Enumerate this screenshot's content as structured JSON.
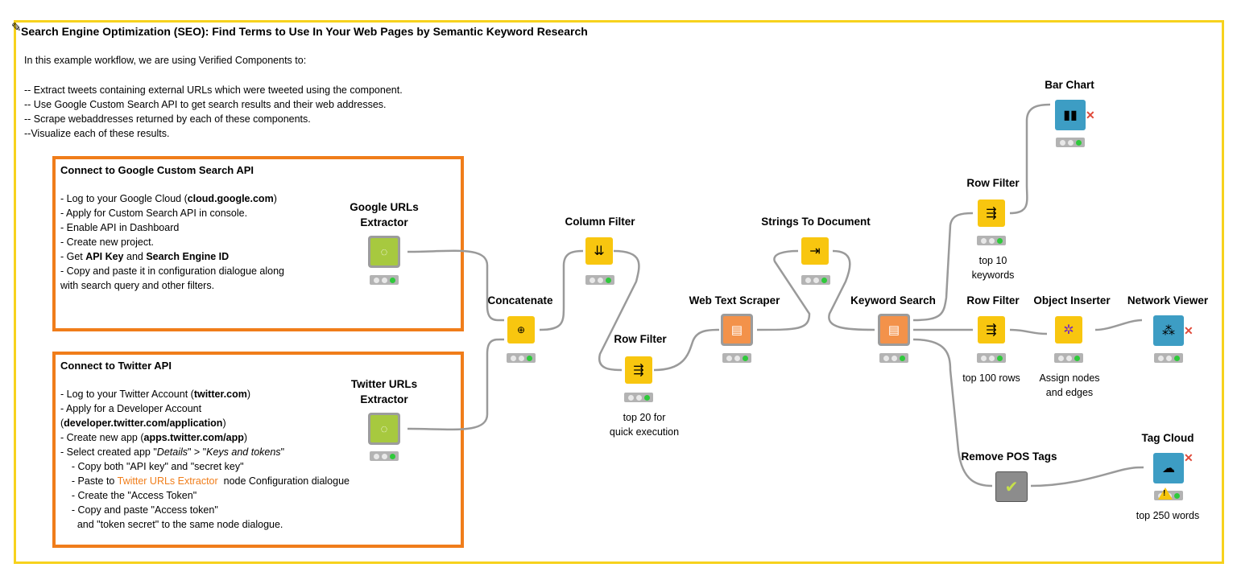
{
  "workflow": {
    "title": "Search Engine Optimization (SEO): Find Terms to Use In Your Web Pages by Semantic Keyword Research",
    "intro": [
      "In this example workflow, we are using Verified Components to:",
      "-- Extract tweets containing external URLs which were tweeted using the component.",
      "-- Use Google Custom Search API to get search results and their web addresses.",
      "-- Scrape webaddresses  returned by each of these components.",
      "--Visualize each of these results."
    ]
  },
  "google_box": {
    "title": "Connect to Google Custom Search API",
    "lines": [
      {
        "pre": "- Log to your Google Cloud  (",
        "bold": "cloud.google.com",
        "post": ")"
      },
      {
        "pre": "- Apply for Custom Search API in console.",
        "bold": "",
        "post": ""
      },
      {
        "pre": "- Enable API in Dashboard",
        "bold": "",
        "post": ""
      },
      {
        "pre": "- Create new project.",
        "bold": "",
        "post": ""
      },
      {
        "pre": "- Get ",
        "bold": "API Key",
        "post": " and ",
        "bold2": "Search Engine ID"
      },
      {
        "pre": "- Copy and paste it in configuration dialogue along",
        "bold": "",
        "post": ""
      },
      {
        "pre": "  with search query and other filters.",
        "bold": "",
        "post": ""
      }
    ]
  },
  "twitter_box": {
    "title": "Connect to Twitter API",
    "line1_pre": "- Log to your Twitter Account (",
    "line1_bold": "twitter.com",
    "line1_post": ")",
    "line2": "- Apply for a Developer Account",
    "line3_pre": " (",
    "line3_bold": "developer.twitter.com/application",
    "line3_post": ")",
    "line4_pre": "- Create new app (",
    "line4_bold": "apps.twitter.com/app",
    "line4_post": ")",
    "line5_pre": "- Select created app \"",
    "line5_i1": "Details",
    "line5_mid": "\" > \"",
    "line5_i2": "Keys and tokens",
    "line5_post": "\"",
    "line6": "    - Copy both \"API key\" and \"secret key\"",
    "line7_pre": "    - Paste to ",
    "line7_orange": "Twitter URLs Extractor",
    "line7_post": "  node Configuration dialogue",
    "line8": "    - Create the \"Access Token\"",
    "line9": "    - Copy and paste \"Access token\"",
    "line10": "      and \"token secret\" to the same node dialogue."
  },
  "nodes": {
    "google_urls": {
      "label": "Google URLs\nExtractor",
      "l1": "Google URLs",
      "l2": "Extractor"
    },
    "twitter_urls": {
      "l1": "Twitter URLs",
      "l2": "Extractor"
    },
    "concatenate": {
      "label": "Concatenate"
    },
    "column_filter": {
      "label": "Column Filter"
    },
    "row_filter_1": {
      "label": "Row Filter",
      "c1": "top 20 for",
      "c2": "quick execution"
    },
    "web_text_scraper": {
      "label": "Web Text Scraper"
    },
    "strings_to_document": {
      "label": "Strings To Document"
    },
    "keyword_search": {
      "label": "Keyword Search"
    },
    "row_filter_2": {
      "label": "Row Filter",
      "c1": "top 10",
      "c2": "keywords"
    },
    "bar_chart": {
      "label": "Bar Chart"
    },
    "row_filter_3": {
      "label": "Row Filter",
      "c1": "top 100 rows"
    },
    "object_inserter": {
      "label": "Object Inserter",
      "c1": "Assign nodes",
      "c2": "and edges"
    },
    "network_viewer": {
      "label": "Network Viewer"
    },
    "remove_pos_tags": {
      "label": "Remove POS Tags"
    },
    "tag_cloud": {
      "label": "Tag Cloud",
      "c1": "top 250 words"
    }
  },
  "icons": {
    "filter": "row-filter-icon",
    "column": "column-filter-icon",
    "component": "component-icon"
  },
  "colors": {
    "frame": "#f7d21d",
    "annotation_border": "#f07d1a",
    "manipulator": "#f8c60f",
    "visualizer": "#3d9dc4",
    "status_ok": "#2fc93b"
  }
}
